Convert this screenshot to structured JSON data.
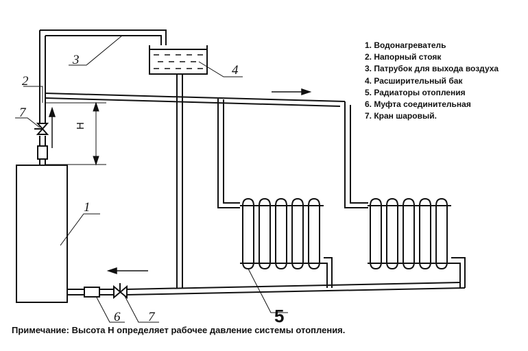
{
  "legend": [
    "1. Водонагреватель",
    "2. Напорный стояк",
    "3. Патрубок для выхода воздуха",
    "4. Расширительный бак",
    "5. Радиаторы отопления",
    "6. Муфта соединительная",
    "7. Кран шаровый."
  ],
  "note": "Примечание: Высота Н определяет рабочее давление системы отопления.",
  "callouts": {
    "heater": "1",
    "riser": "2",
    "air_pipe": "3",
    "tank": "4",
    "radiators": "5",
    "coupling": "6",
    "valve_top": "7",
    "valve_bottom": "7"
  },
  "height_label": "Н"
}
